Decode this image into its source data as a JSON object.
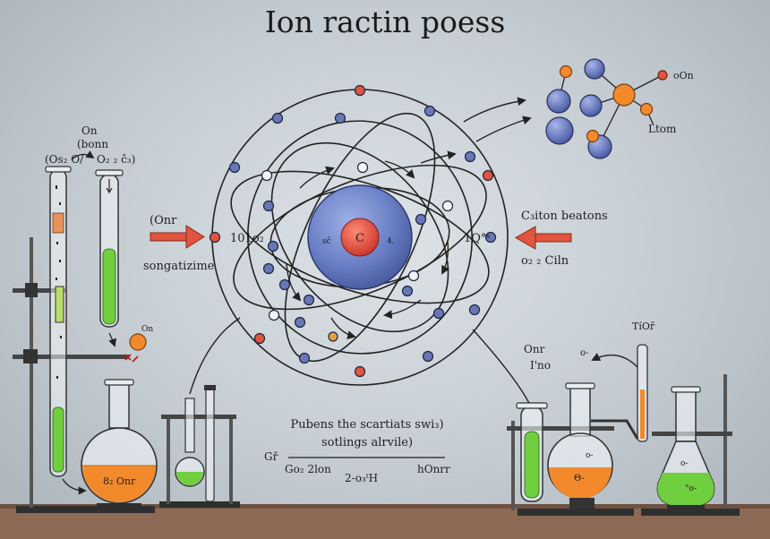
{
  "title": "Ion ractin poess",
  "labels": {
    "tube_top_1": "On",
    "tube_top_2": "(bonn",
    "tube_top_left": "(Os₂ O/",
    "tube_top_right": "O₂ ₂ ĉ₃)",
    "left_arrow_label": "(Onr",
    "left_orbit_label": "101o₂",
    "left_subtitle": "songatizime",
    "nucleus_label": "C",
    "nucleus_left": "sĉ",
    "nucleus_right": "4.",
    "right_orbit_label": "1Q°ˢ",
    "right_arrow_label": "C₃iton beatons",
    "right_subtitle": "o₂ ₂ Ciln",
    "cluster_label": "Ltom",
    "cluster_top": "oOn",
    "small_on": "On",
    "flask_left": "8₂ Onr",
    "bottom_line1": "Pubens the scartiats swi₃)",
    "bottom_line2": "sotlings alrvile)",
    "bottom_left": "Gř",
    "bottom_sub_left": "Go₂ 2lon",
    "bottom_sub_mid": "2-o₃ᵗH",
    "bottom_sub_right": "hOnrr",
    "right_on": "Onr",
    "right_ino": "I'no",
    "right_tube_label": "TíOř",
    "right_o_label": "o-",
    "right_flask_1": "Θ-",
    "right_flask_2": "o-",
    "right_flask_3": "o-",
    "right_flask_4": "°o-"
  },
  "colors": {
    "electron_blue": "#6877b5",
    "electron_red": "#e0553f",
    "electron_white": "#f4f4f4",
    "nucleus_outer": "#6a7fc6",
    "nucleus_core": "#e5493a",
    "arrow_red": "#e0553f",
    "liquid_green": "#6fcf3f",
    "liquid_orange": "#f28a2c",
    "bench": "#8c6a55"
  }
}
